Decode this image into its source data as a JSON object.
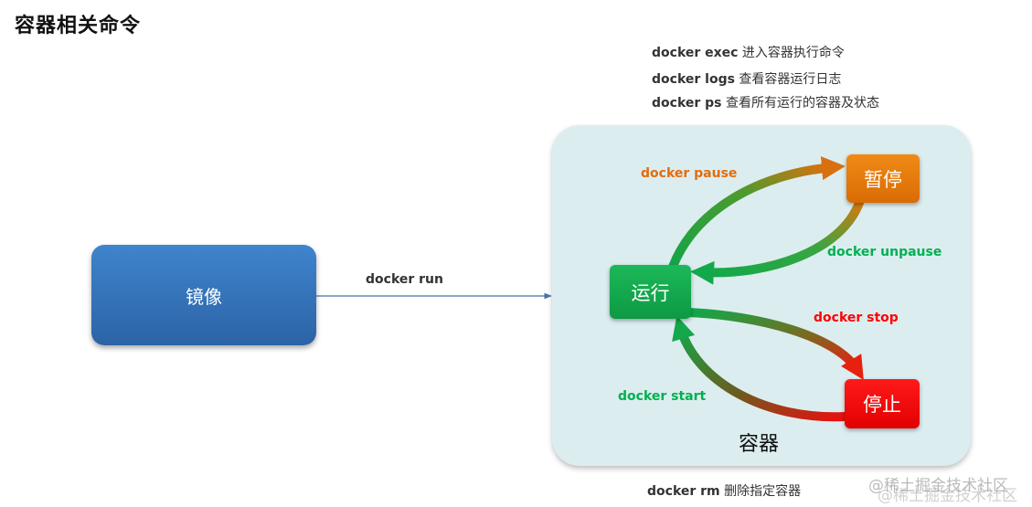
{
  "title": "容器相关命令",
  "top_commands": [
    {
      "cmd": "docker exec",
      "desc": "进入容器执行命令"
    },
    {
      "cmd": "docker logs",
      "desc": "查看容器运行日志"
    },
    {
      "cmd": "docker ps",
      "desc": "查看所有运行的容器及状态"
    }
  ],
  "bottom_command": {
    "cmd": "docker rm",
    "desc": "删除指定容器"
  },
  "image_label": "镜像",
  "run_label": "docker run",
  "container_label": "容器",
  "states": {
    "running": "运行",
    "paused": "暂停",
    "stopped": "停止"
  },
  "transitions": {
    "pause": "docker pause",
    "unpause": "docker unpause",
    "stop": "docker stop",
    "start": "docker start"
  },
  "colors": {
    "pause": "#e46c0a",
    "unpause": "#00b050",
    "stop": "#ff0000",
    "start": "#00b050"
  },
  "watermark": "@稀土掘金技术社区"
}
